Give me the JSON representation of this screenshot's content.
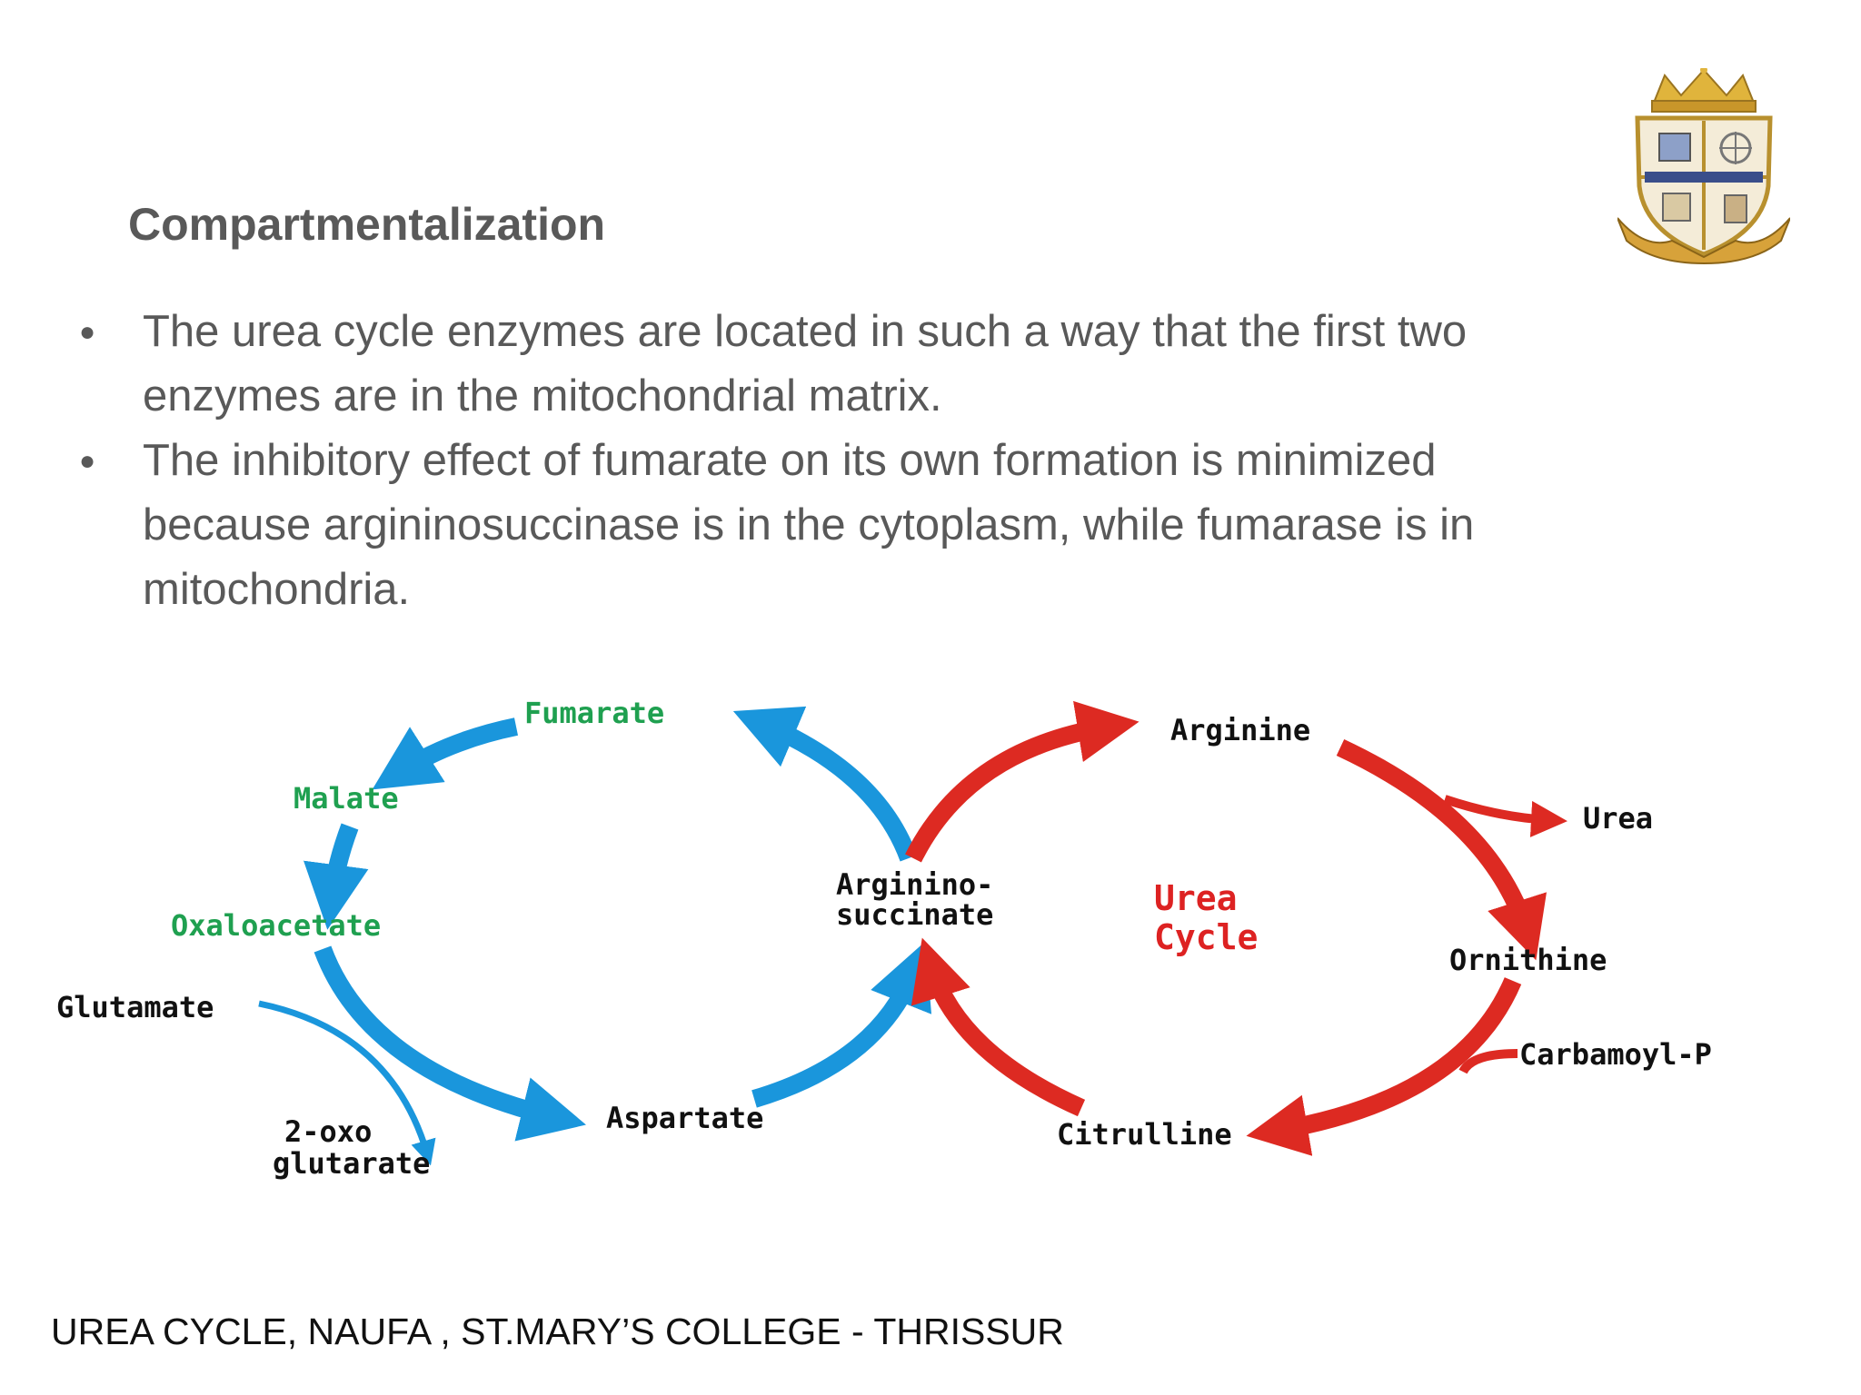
{
  "slide": {
    "heading": "Compartmentalization",
    "bullets": [
      {
        "lines": [
          "The urea cycle enzymes are located in such a way that the first two",
          "enzymes are in the mitochondrial matrix."
        ]
      },
      {
        "lines": [
          "The inhibitory effect of fumarate on its own formation is minimized",
          "because argininosuccinase is in the cytoplasm, while fumarase is in",
          "mitochondria."
        ]
      }
    ],
    "bullet_glyph": "●",
    "footer": "UREA CYCLE, NAUFA , ST.MARY’S COLLEGE - THRISSUR"
  },
  "diagram": {
    "colors": {
      "blue_cycle": "#1a96dc",
      "red_cycle": "#dd2a22",
      "green_labels": "#1fa050",
      "black_labels": "#111111",
      "title_red": "#dd2222"
    },
    "left_cycle_labels": {
      "fumarate": "Fumarate",
      "malate": "Malate",
      "oxaloacetate": "Oxaloacetate",
      "glutamate": "Glutamate",
      "oxo_line1": "2-oxo",
      "oxo_line2": "glutarate",
      "aspartate": "Aspartate"
    },
    "center_labels": {
      "argininosuccinate_line1": "Arginino-",
      "argininosuccinate_line2": "succinate"
    },
    "right_cycle_labels": {
      "arginine": "Arginine",
      "urea": "Urea",
      "title_line1": "Urea",
      "title_line2": "Cycle",
      "ornithine": "Ornithine",
      "carbamoyl_p": "Carbamoyl-P",
      "citrulline": "Citrulline"
    }
  },
  "logo": {
    "icon": "college-crest-icon"
  }
}
